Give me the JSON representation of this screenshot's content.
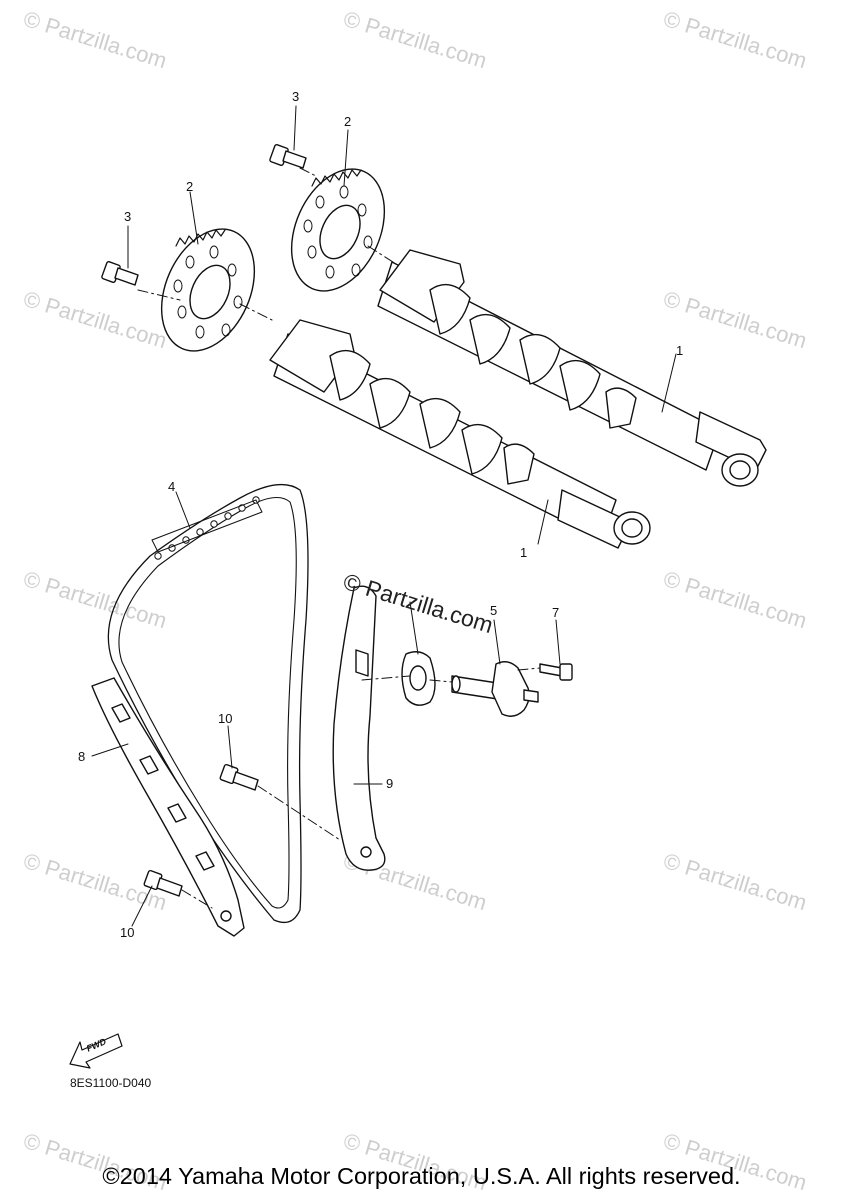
{
  "watermark": {
    "text": "© Partzilla.com",
    "center_text": "© Partzilla.com"
  },
  "callouts": {
    "c1a": "1",
    "c1b": "1",
    "c2a": "2",
    "c2b": "2",
    "c3a": "3",
    "c3b": "3",
    "c4": "4",
    "c5": "5",
    "c7": "7",
    "c8": "8",
    "c9": "9",
    "c10a": "10",
    "c10b": "10"
  },
  "fwd_label": "FWD",
  "diagram_code": "8ES1100-D040",
  "copyright": "©2014 Yamaha Motor Corporation, U.S.A. All rights reserved.",
  "colors": {
    "line": "#111111",
    "watermark": "#c9c9c9",
    "background": "#ffffff"
  }
}
